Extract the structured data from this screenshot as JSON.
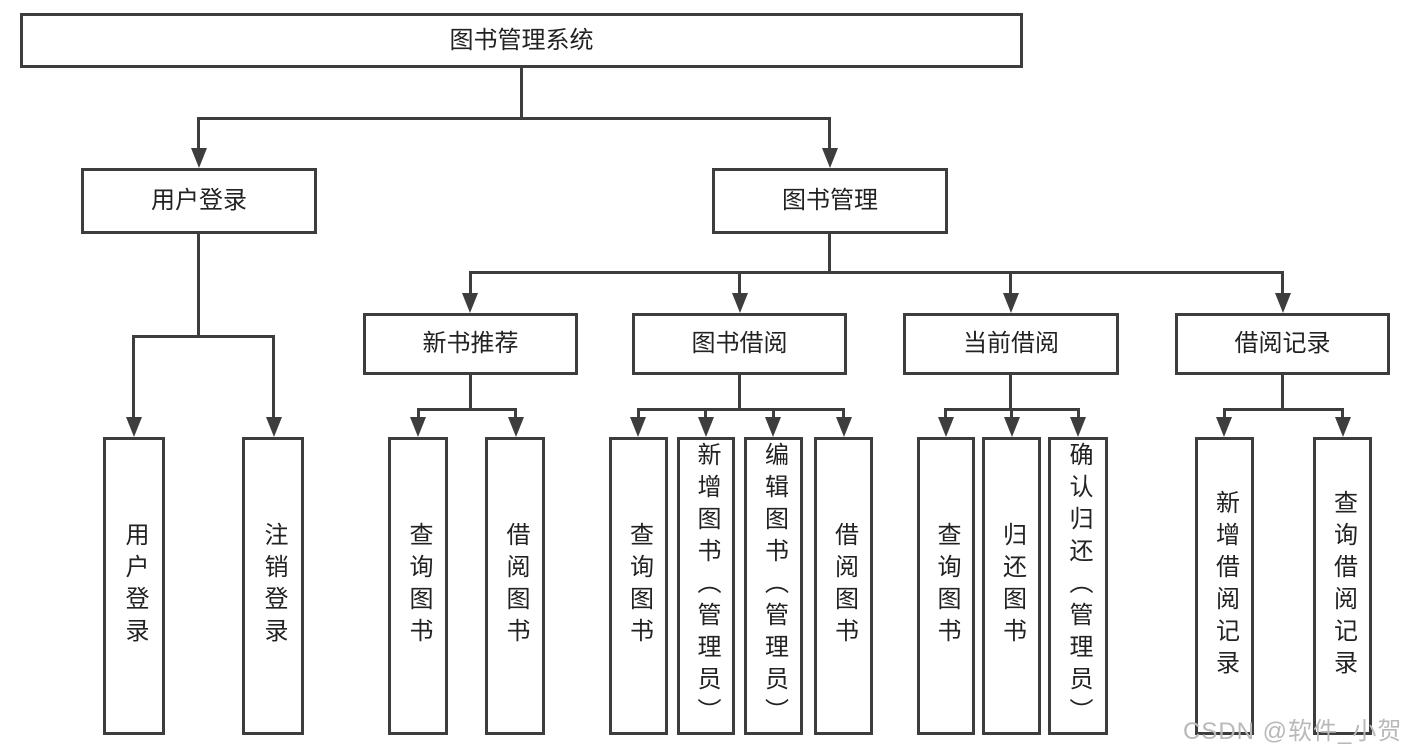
{
  "tree": {
    "label": "图书管理系统",
    "children": [
      {
        "label": "用户登录",
        "children": [
          {
            "label": "用户登录"
          },
          {
            "label": "注销登录"
          }
        ]
      },
      {
        "label": "图书管理",
        "children": [
          {
            "label": "新书推荐",
            "children": [
              {
                "label": "查询图书"
              },
              {
                "label": "借阅图书"
              }
            ]
          },
          {
            "label": "图书借阅",
            "children": [
              {
                "label": "查询图书"
              },
              {
                "label": "新增图书（管理员）"
              },
              {
                "label": "编辑图书（管理员）"
              },
              {
                "label": "借阅图书"
              }
            ]
          },
          {
            "label": "当前借阅",
            "children": [
              {
                "label": "查询图书"
              },
              {
                "label": "归还图书"
              },
              {
                "label": "确认归还（管理员）"
              }
            ]
          },
          {
            "label": "借阅记录",
            "children": [
              {
                "label": "新增借阅记录"
              },
              {
                "label": "查询借阅记录"
              }
            ]
          }
        ]
      }
    ]
  },
  "watermark": {
    "text": "CSDN @软件_小贺同学"
  },
  "colors": {
    "line": "#3d3d3d",
    "text": "#222222",
    "watermark": "#b9b9b9",
    "background": "#ffffff"
  }
}
